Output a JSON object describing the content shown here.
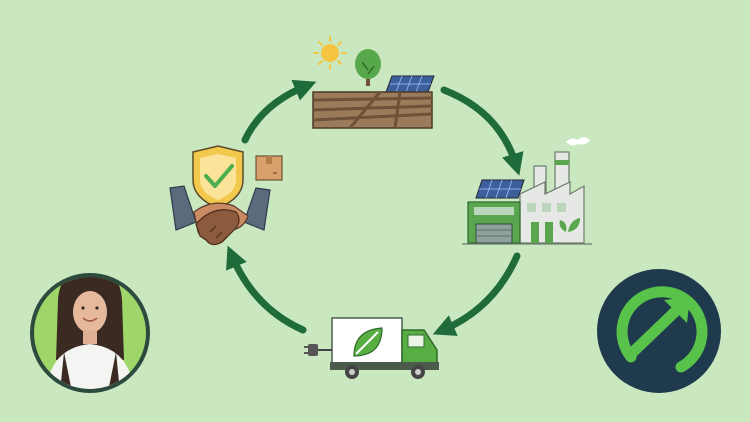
{
  "colors": {
    "background": "#c9e8c0",
    "arrow": "#1f6b3a",
    "sun": "#f5c542",
    "soil": "#9b7b5a",
    "soil_dark": "#6e5238",
    "tree": "#57a84b",
    "solar": "#3d5f9c",
    "factory_green": "#5aa64f",
    "factory_gray": "#e6e8e6",
    "truck_green": "#58ad43",
    "truck_box": "#ffffff",
    "shield": "#f2c94c",
    "check": "#4caf50",
    "hand_dark": "#8c5a3c",
    "hand_light": "#c98b62",
    "suit": "#5b6b7d",
    "parcel": "#d8a06a",
    "logo_bg": "#1e3a4c",
    "logo_accent": "#58c24a"
  },
  "cycle": {
    "stages": [
      {
        "id": "farm",
        "icon": "farm-field-solar-icon"
      },
      {
        "id": "factory",
        "icon": "green-factory-icon"
      },
      {
        "id": "transport",
        "icon": "electric-truck-icon"
      },
      {
        "id": "trade",
        "icon": "handshake-shield-icon"
      }
    ],
    "arrow_icon": "cycle-arrow-icon"
  },
  "portrait": {
    "icon": "presenter-avatar"
  },
  "logo": {
    "icon": "circular-growth-arrow-logo"
  }
}
